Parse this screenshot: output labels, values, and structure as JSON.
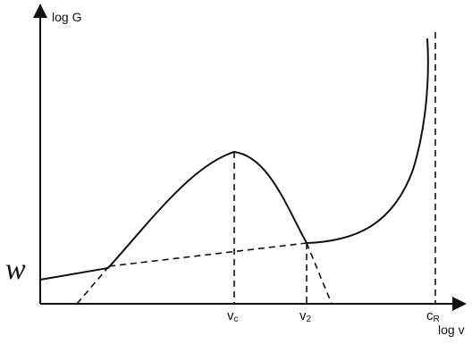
{
  "axes": {
    "y_label": "log G",
    "x_label": "log v"
  },
  "marks": {
    "w_label": "w",
    "vc_main": "v",
    "vc_sub": "c",
    "v2_main": "v",
    "v2_sub": "2",
    "cr_main": "c",
    "cr_sub": "R"
  }
}
